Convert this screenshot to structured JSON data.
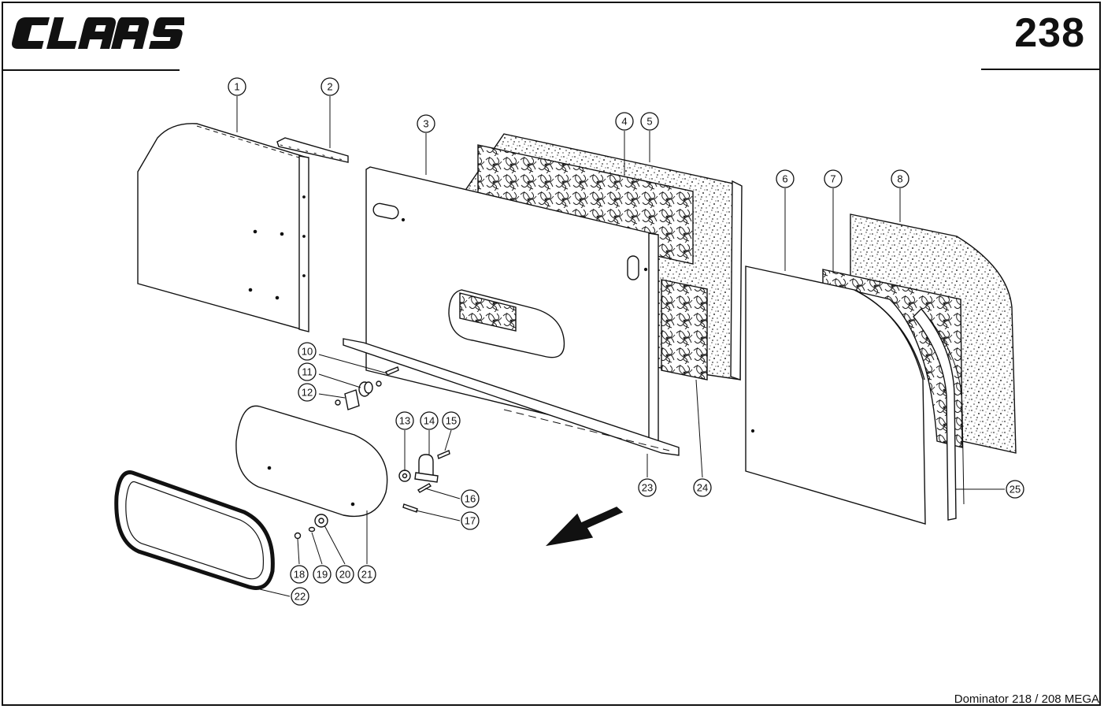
{
  "header": {
    "logo_text": "CLAAS",
    "page_number": "238"
  },
  "footer": {
    "model": "Dominator 218 / 208 MEGA"
  },
  "callouts": [
    "1",
    "2",
    "3",
    "4",
    "5",
    "6",
    "7",
    "8",
    "10",
    "11",
    "12",
    "13",
    "14",
    "15",
    "16",
    "17",
    "18",
    "19",
    "20",
    "21",
    "22",
    "23",
    "24",
    "25"
  ],
  "icons": {
    "direction_arrow": "arrow-icon"
  },
  "colors": {
    "ink": "#111111",
    "paper": "#ffffff",
    "insulation": "#5a5a5a"
  }
}
